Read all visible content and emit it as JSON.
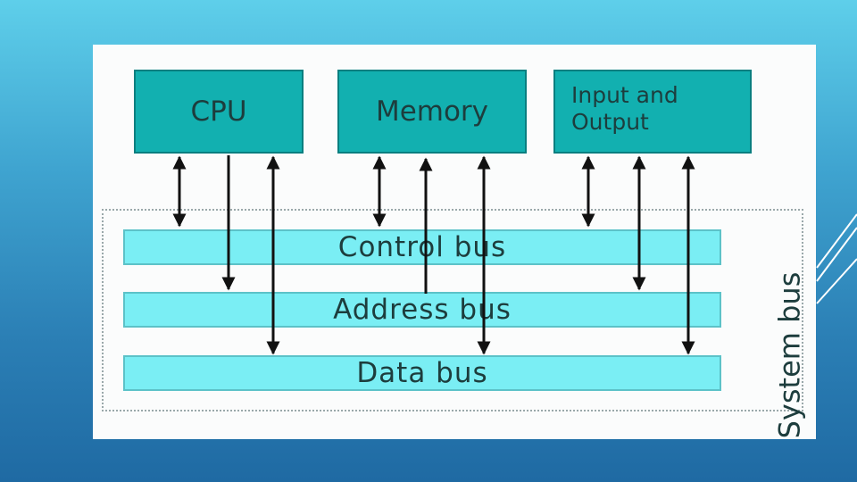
{
  "diagram": {
    "components": {
      "cpu": "CPU",
      "memory": "Memory",
      "io": "Input and\nOutput"
    },
    "buses": {
      "control": "Control bus",
      "address": "Address bus",
      "data": "Data bus"
    },
    "system_bus_label": "System bus"
  },
  "colors": {
    "component_fill": "#12b0b0",
    "bus_fill": "#7aeef4",
    "background_top": "#5ecfea",
    "background_bottom": "#1f6aa3"
  }
}
